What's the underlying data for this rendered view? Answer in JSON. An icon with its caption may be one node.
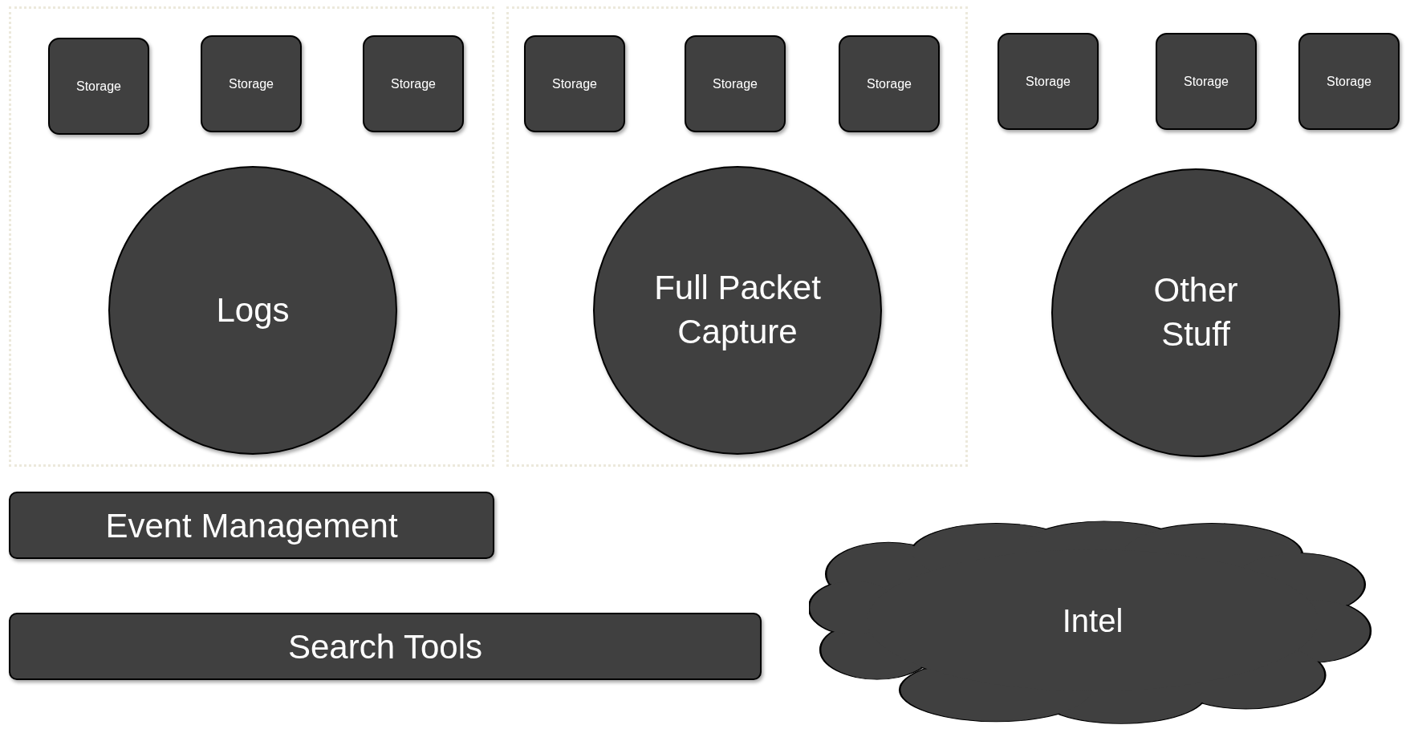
{
  "diagram": {
    "nodes": [
      {
        "text": [],
        "shape": "box"
      },
      {
        "text": [
          "Storage"
        ],
        "in": 0
      },
      {
        "text": [
          "Storage"
        ],
        "in": 0
      },
      {
        "text": [
          "Storage"
        ],
        "in": 0
      },
      {
        "text": [
          "Logs"
        ],
        "in": 0
      },
      {
        "text": [],
        "shape": "box"
      },
      {
        "text": [
          "Storage"
        ],
        "in": 5
      },
      {
        "text": [
          "Storage"
        ],
        "in": 5
      },
      {
        "text": [
          "Storage"
        ],
        "in": 5
      },
      {
        "text": [
          "Full Packet Capture"
        ],
        "in": 5
      },
      {
        "text": [
          "Storage"
        ]
      },
      {
        "text": [
          "Storage"
        ]
      },
      {
        "text": [
          "Storage"
        ]
      },
      {
        "text": [
          "Other Stuff"
        ]
      },
      {
        "text": [
          "Event Management"
        ]
      },
      {
        "text": [
          "Search Tools"
        ]
      },
      {
        "text": [
          "Intel"
        ]
      }
    ],
    "edges": []
  }
}
